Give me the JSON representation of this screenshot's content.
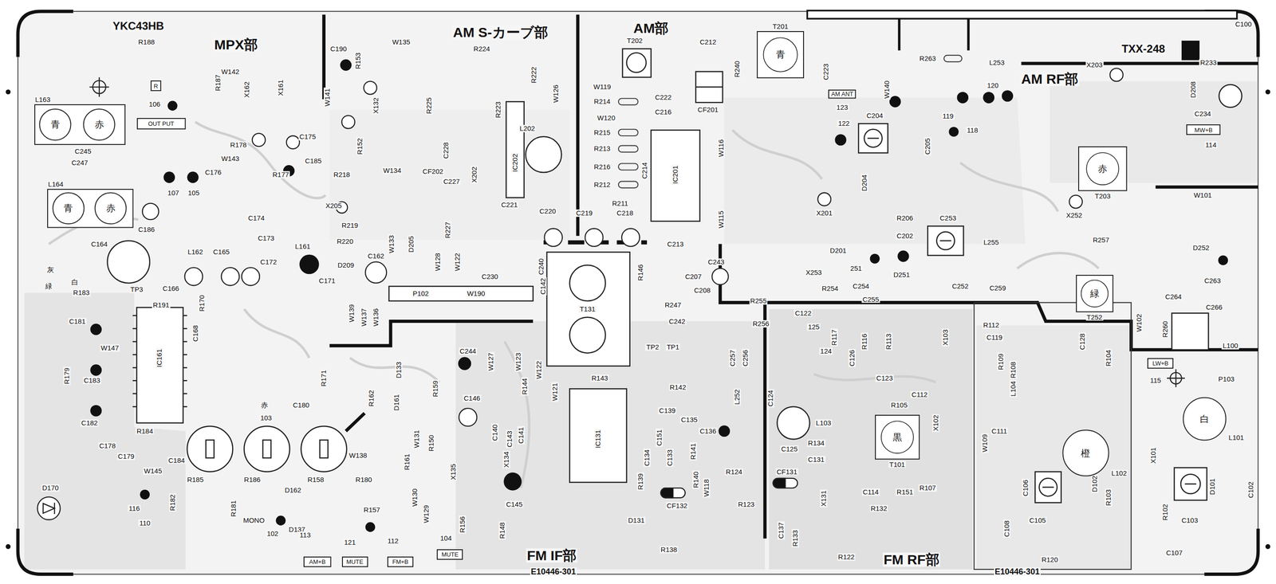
{
  "diagram": {
    "nodes": [
      {
        "text": [
          "L163"
        ]
      },
      {
        "text": [
          "青"
        ],
        "in": 0
      },
      {
        "text": [
          "赤"
        ],
        "in": 0
      },
      {
        "text": [
          "L164"
        ]
      },
      {
        "text": [
          "青"
        ],
        "in": 3
      },
      {
        "text": [
          "赤"
        ],
        "in": 3
      },
      {
        "text": [
          "R"
        ]
      },
      {
        "text": [
          "OUT PUT"
        ]
      },
      {
        "text": [
          "AM ANT"
        ]
      },
      {
        "text": [
          "T201",
          "青"
        ]
      },
      {
        "text": [
          "T203",
          "赤"
        ]
      },
      {
        "text": [
          "MW+B"
        ]
      },
      {
        "text": [
          "T252",
          "緑"
        ]
      },
      {
        "text": [
          "LW+B"
        ]
      },
      {
        "text": [
          "T101",
          "黒"
        ]
      },
      {
        "text": [
          "L102",
          "橙"
        ]
      },
      {
        "text": [
          "L101",
          "白"
        ]
      },
      {
        "text": [
          "AM+B"
        ]
      },
      {
        "text": [
          "MUTE"
        ]
      },
      {
        "text": [
          "FM+B"
        ]
      },
      {
        "text": [
          "MUTE"
        ]
      }
    ],
    "labels": [
      "YKC43HB",
      "MPX部",
      "AM S-カーブ部",
      "AM部",
      "TXX-248",
      "AM RF部",
      "FM IF部",
      "E10446-301",
      "FM RF部",
      "E10446-301",
      "R188",
      "C245",
      "C247",
      "W142",
      "R187",
      "X162",
      "X161",
      "R178",
      "W143",
      "R177",
      "C175",
      "C185",
      "C186",
      "C176",
      "C174",
      "C173",
      "C164",
      "L162",
      "C165",
      "C172",
      "L161",
      "C171",
      "C166",
      "TP3",
      "R183",
      "R191",
      "C181",
      "IC161",
      "C168",
      "R170",
      "W147",
      "R179",
      "C183",
      "C182",
      "R184",
      "C178",
      "C179",
      "W145",
      "C184",
      "R185",
      "R186",
      "R158",
      "R182",
      "R181",
      "D162",
      "D137",
      "D170",
      "W138",
      "R162",
      "C180",
      "R171",
      "W141",
      "C190",
      "R153",
      "X132",
      "R152",
      "W135",
      "R224",
      "R222",
      "W126",
      "R225",
      "R223",
      "C228",
      "X202",
      "IC202",
      "L202",
      "W134",
      "CF202",
      "C227",
      "R218",
      "X205",
      "R219",
      "R220",
      "D209",
      "W133",
      "D205",
      "R227",
      "W128",
      "W122",
      "C221",
      "C230",
      "C162",
      "P102",
      "W190",
      "C220",
      "C240",
      "C219",
      "C218",
      "T202",
      "C212",
      "CF201",
      "R240",
      "W119",
      "R214",
      "W120",
      "R215",
      "R213",
      "R216",
      "R212",
      "R211",
      "C222",
      "C216",
      "C214",
      "IC201",
      "C213",
      "T131",
      "R146",
      "R247",
      "C242",
      "C207",
      "C243",
      "C208",
      "W116",
      "W115",
      "R263",
      "L253",
      "C100",
      "W140",
      "C223",
      "C204",
      "C205",
      "X201",
      "D204",
      "D201",
      "R206",
      "C253",
      "L255",
      "C202",
      "D251",
      "X253",
      "C254",
      "C255",
      "C252",
      "C259",
      "R254",
      "R255",
      "R256",
      "C122",
      "X203",
      "R233",
      "D208",
      "C234",
      "W101",
      "X252",
      "R257",
      "D252",
      "C263",
      "C266",
      "C264",
      "L100",
      "P103",
      "W102",
      "R260",
      "R104",
      "C128",
      "X101",
      "C103",
      "C102",
      "R102",
      "D101",
      "C105",
      "C106",
      "C108",
      "R103",
      "D102",
      "R120",
      "C107",
      "L104",
      "C111",
      "R109",
      "R108",
      "R112",
      "C119",
      "W109",
      "R105",
      "X102",
      "C112",
      "C123",
      "R107",
      "R151",
      "C114",
      "R132",
      "X131",
      "CF131",
      "C131",
      "R134",
      "L103",
      "C125",
      "C126",
      "X103",
      "R113",
      "R116",
      "R117",
      "L252",
      "C257",
      "C256",
      "C124",
      "C136",
      "R124",
      "R123",
      "W118",
      "C137",
      "R133",
      "R122",
      "TP2",
      "TP1",
      "R143",
      "R142",
      "IC131",
      "C139",
      "C135",
      "C151",
      "C134",
      "C133",
      "R140",
      "R141",
      "R139",
      "CF132",
      "D131",
      "R138",
      "C244",
      "C146",
      "R159",
      "R144",
      "W127",
      "W123",
      "W122",
      "W121",
      "C142",
      "C145",
      "X134",
      "X135",
      "R150",
      "C141",
      "C143",
      "C140",
      "R148",
      "R156",
      "W131",
      "W130",
      "W129",
      "D133",
      "D161",
      "R161",
      "R180",
      "R157",
      "W139",
      "W137",
      "W136",
      "106",
      "107",
      "105",
      "赤",
      "103",
      "116",
      "110",
      "MONO",
      "102",
      "113",
      "121",
      "112",
      "104",
      "123",
      "122",
      "120",
      "119",
      "118",
      "114",
      "115",
      "125",
      "124",
      "251",
      "灰",
      "緑",
      "白"
    ]
  }
}
